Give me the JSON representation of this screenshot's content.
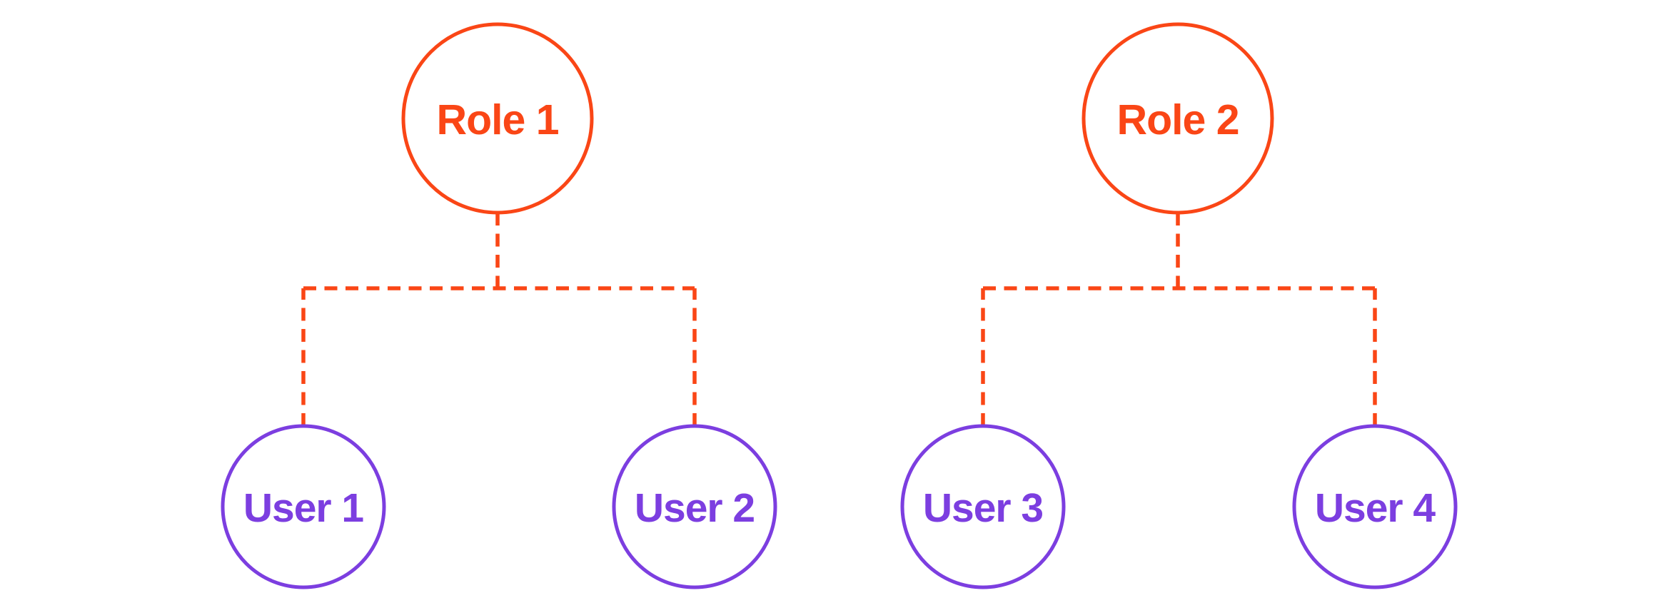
{
  "diagram": {
    "colors": {
      "background": "#FFFFFF",
      "role_accent": "#FA4616",
      "user_accent": "#7C3EE0"
    },
    "groups": [
      {
        "role": {
          "label": "Role 1"
        },
        "users": [
          {
            "label": "User 1"
          },
          {
            "label": "User 2"
          }
        ]
      },
      {
        "role": {
          "label": "Role 2"
        },
        "users": [
          {
            "label": "User 3"
          },
          {
            "label": "User 4"
          }
        ]
      }
    ]
  }
}
